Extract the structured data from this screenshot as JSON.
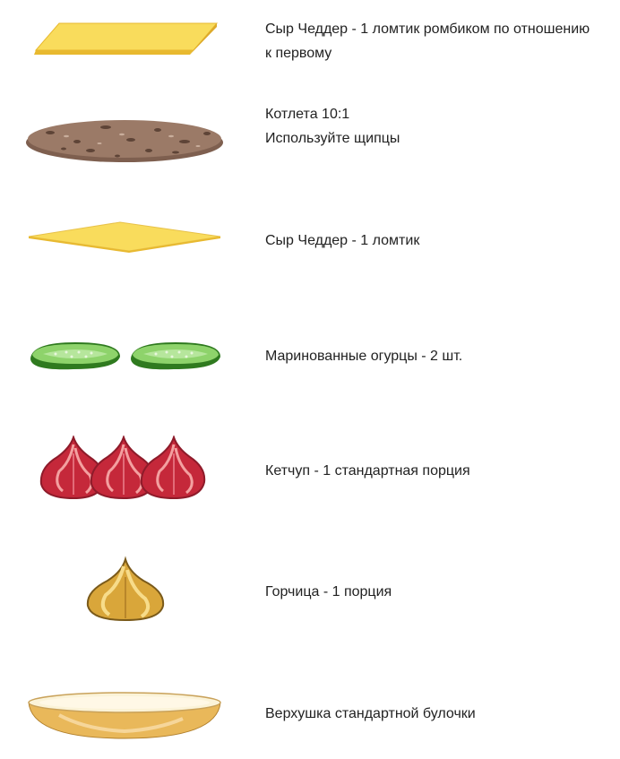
{
  "items": [
    {
      "icon": "cheese-slice-diamond-icon",
      "lines": [
        "Сыр Чеддер  - 1 ломтик ромбиком по отношению",
        "к первому"
      ]
    },
    {
      "icon": "beef-patty-icon",
      "lines": [
        "Котлета 10:1",
        "Используйте щипцы"
      ]
    },
    {
      "icon": "cheese-slice-icon",
      "lines": [
        "Сыр Чеддер  - 1 ломтик"
      ]
    },
    {
      "icon": "pickle-slices-icon",
      "lines": [
        "Маринованные огурцы - 2 шт."
      ]
    },
    {
      "icon": "ketchup-dollops-icon",
      "lines": [
        "Кетчуп - 1 стандартная порция"
      ]
    },
    {
      "icon": "mustard-dollop-icon",
      "lines": [
        "Горчица  - 1 порция"
      ]
    },
    {
      "icon": "bun-top-icon",
      "lines": [
        "Верхушка стандартной булочки"
      ]
    }
  ],
  "colors": {
    "cheese": "#F9DC5C",
    "cheese_edge": "#E8B92F",
    "patty": "#9B7A67",
    "pickle": "#4CAF2E",
    "ketchup": "#D83A4A",
    "mustard": "#DDAE3E",
    "bun": "#E9B85A"
  }
}
